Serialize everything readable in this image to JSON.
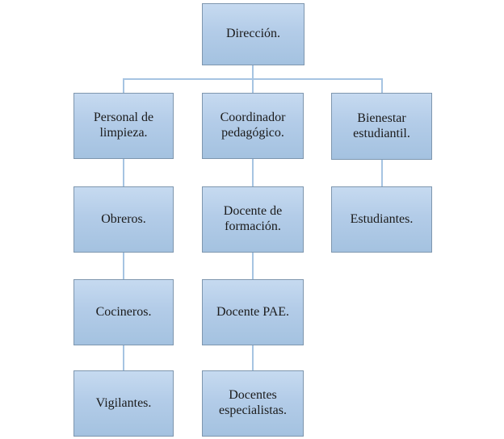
{
  "diagram": {
    "type": "org-chart",
    "nodes": {
      "direccion": {
        "label": "Dirección."
      },
      "personal_limpieza": {
        "label": "Personal de limpieza."
      },
      "coordinador_pedagogico": {
        "label": "Coordinador pedagógico."
      },
      "bienestar_estudiantil": {
        "label": "Bienestar estudiantil."
      },
      "obreros": {
        "label": "Obreros."
      },
      "docente_formacion": {
        "label": "Docente de formación."
      },
      "estudiantes": {
        "label": "Estudiantes."
      },
      "cocineros": {
        "label": "Cocineros."
      },
      "docente_pae": {
        "label": "Docente PAE."
      },
      "vigilantes": {
        "label": "Vigilantes."
      },
      "docentes_especialistas": {
        "label": "Docentes especialistas."
      }
    },
    "hierarchy": [
      {
        "from": "direccion",
        "to": "personal_limpieza"
      },
      {
        "from": "direccion",
        "to": "coordinador_pedagogico"
      },
      {
        "from": "direccion",
        "to": "bienestar_estudiantil"
      },
      {
        "from": "personal_limpieza",
        "to": "obreros"
      },
      {
        "from": "obreros",
        "to": "cocineros"
      },
      {
        "from": "cocineros",
        "to": "vigilantes"
      },
      {
        "from": "coordinador_pedagogico",
        "to": "docente_formacion"
      },
      {
        "from": "docente_formacion",
        "to": "docente_pae"
      },
      {
        "from": "docente_pae",
        "to": "docentes_especialistas"
      },
      {
        "from": "bienestar_estudiantil",
        "to": "estudiantes"
      }
    ],
    "colors": {
      "box_fill_top": "#c6daf0",
      "box_fill_bottom": "#a4c2e0",
      "box_border": "#7e96ae",
      "connector": "#a6c4e2",
      "text": "#1b1b1b",
      "background": "#ffffff"
    }
  }
}
